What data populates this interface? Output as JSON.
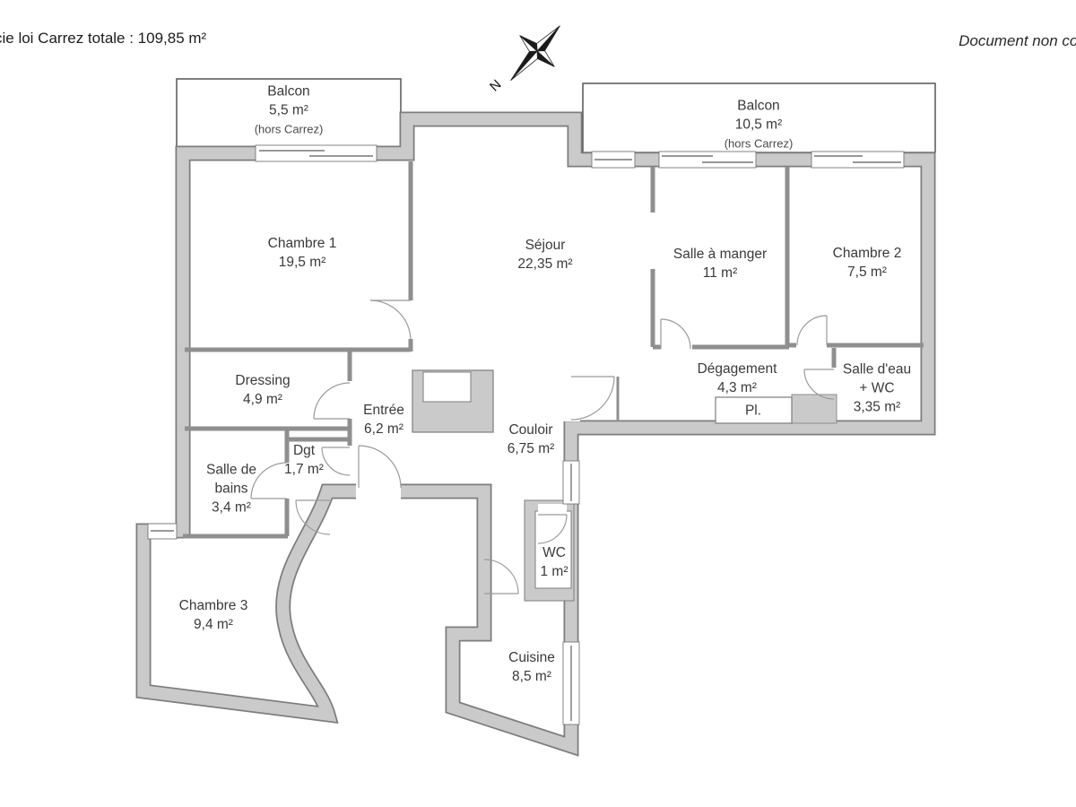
{
  "header": {
    "left_text": "cie loi Carrez totale :  109,85 m²",
    "right_text": "Document non cor",
    "compass_label": "N"
  },
  "rooms": {
    "balcon1": {
      "name": "Balcon",
      "area": "5,5 m²",
      "note": "(hors Carrez)"
    },
    "balcon2": {
      "name": "Balcon",
      "area": "10,5 m²",
      "note": "(hors Carrez)"
    },
    "chambre1": {
      "name": "Chambre 1",
      "area": "19,5 m²"
    },
    "sejour": {
      "name": "Séjour",
      "area": "22,35 m²"
    },
    "salle_a_manger": {
      "name": "Salle à manger",
      "area": "11 m²"
    },
    "chambre2": {
      "name": "Chambre 2",
      "area": "7,5 m²"
    },
    "dressing": {
      "name": "Dressing",
      "area": "4,9 m²"
    },
    "entree": {
      "name": "Entrée",
      "area": "6,2 m²"
    },
    "couloir": {
      "name": "Couloir",
      "area": "6,75 m²"
    },
    "degagement": {
      "name": "Dégagement",
      "area": "4,3 m²"
    },
    "placard": {
      "name": "Pl."
    },
    "salle_eau": {
      "name": "Salle d'eau",
      "name2": "+ WC",
      "area": "3,35 m²"
    },
    "dgt": {
      "name": "Dgt",
      "area": "1,7 m²"
    },
    "salle_de_bains": {
      "name": "Salle de",
      "name2": "bains",
      "area": "3,4 m²"
    },
    "chambre3": {
      "name": "Chambre 3",
      "area": "9,4 m²"
    },
    "wc": {
      "name": "WC",
      "area": "1 m²"
    },
    "cuisine": {
      "name": "Cuisine",
      "area": "8,5 m²"
    }
  },
  "colors": {
    "wall_fill": "#cacaca",
    "wall_outline": "#7d7d7d",
    "partition": "#8f8f8f",
    "door_arc": "#9a9a9a",
    "text": "#3a3a3a"
  }
}
